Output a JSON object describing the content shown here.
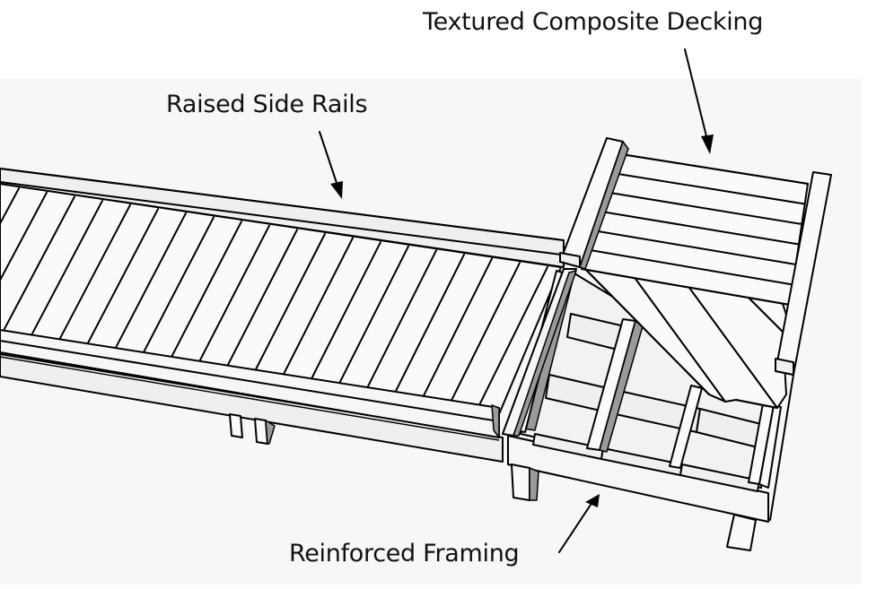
{
  "diagram": {
    "subject": "Boardwalk deck structure with cutaway",
    "background_color": "#f7f7f7",
    "line_color": "#000000",
    "labels": {
      "decking": "Textured Composite Decking",
      "rails": "Raised Side Rails",
      "framing": "Reinforced Framing"
    }
  }
}
